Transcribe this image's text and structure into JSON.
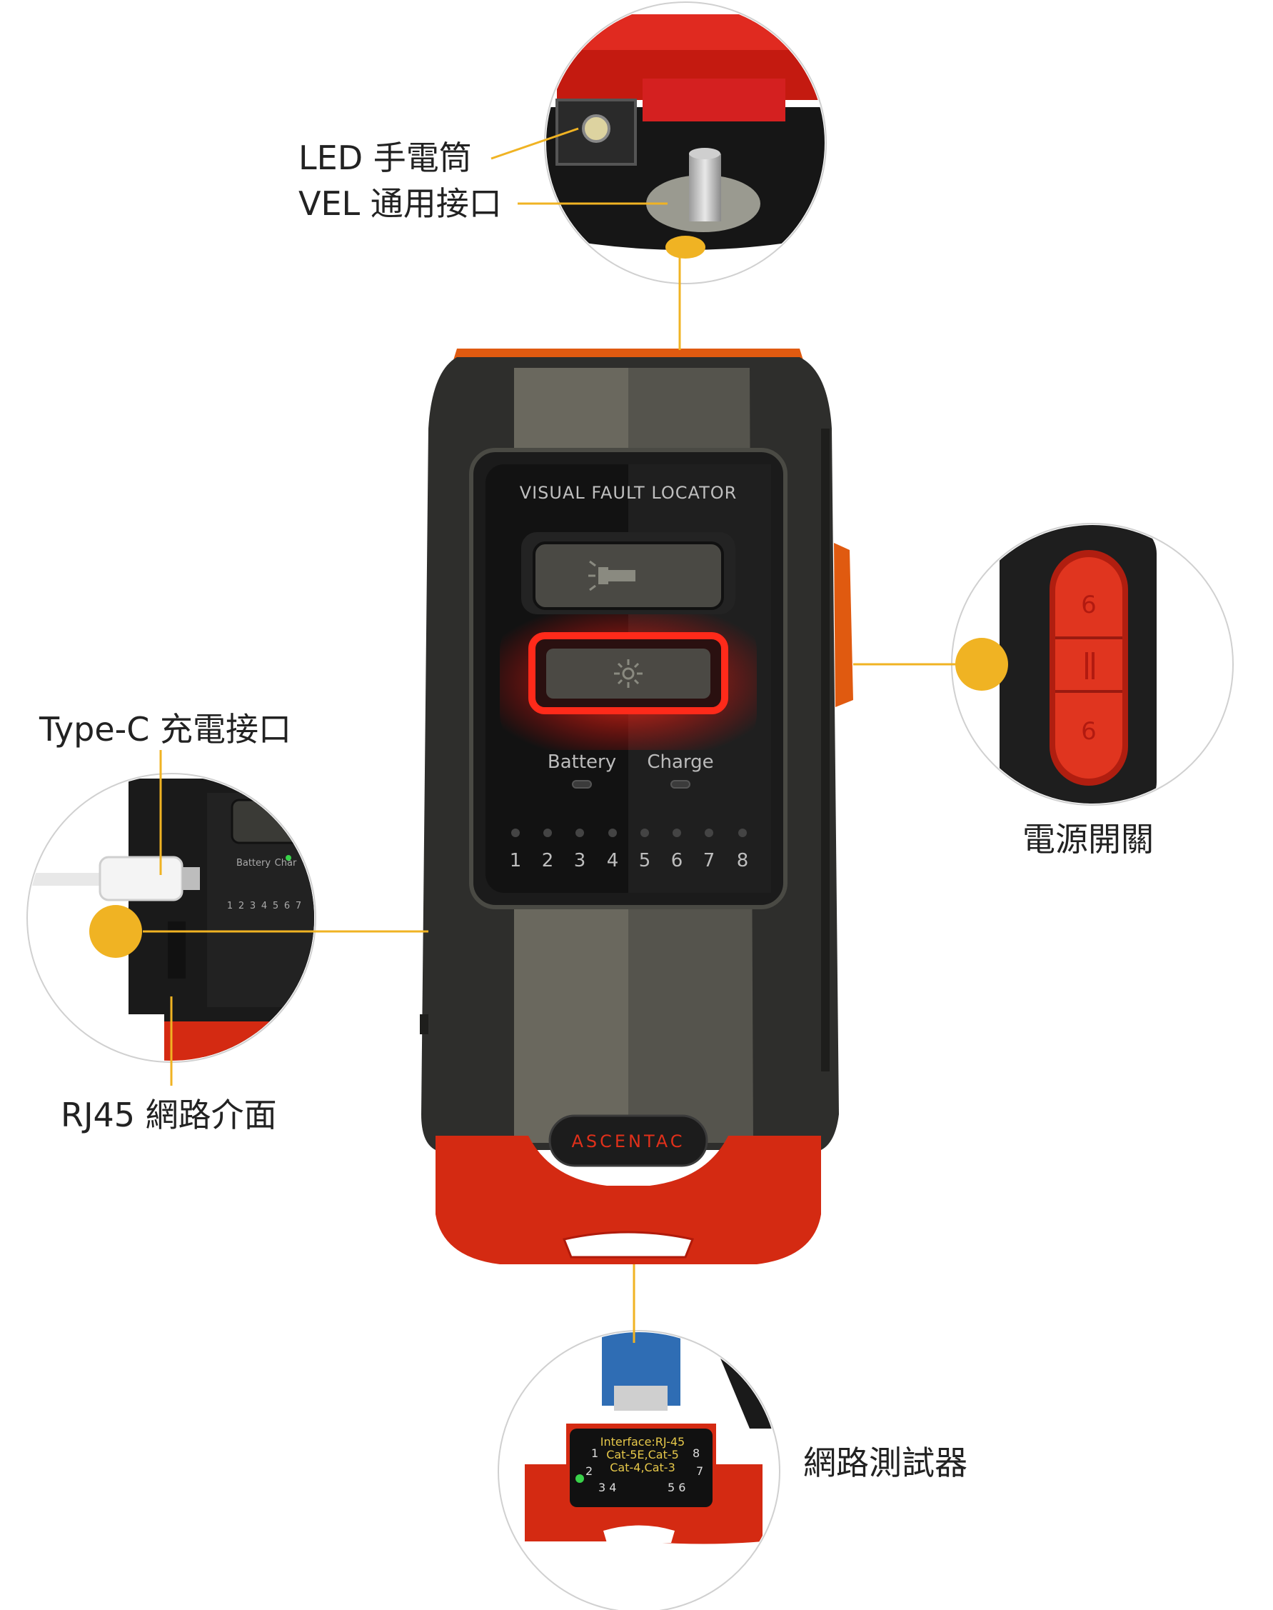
{
  "colors": {
    "accent": "#f0b323",
    "device_red": "#d42a12",
    "device_body": "#3a3a36",
    "led_red": "#ff2a1a"
  },
  "callouts": {
    "led": "LED 手電筒",
    "vel": "VEL 通用接口",
    "typec": "Type-C 充電接口",
    "rj45": "RJ45 網路介面",
    "power": "電源開關",
    "tester": "網路測試器"
  },
  "device": {
    "panel_title": "VISUAL FAULT LOCATOR",
    "battery_label": "Battery",
    "charge_label": "Charge",
    "port_numbers": [
      "1",
      "2",
      "3",
      "4",
      "5",
      "6",
      "7",
      "8"
    ],
    "brand": "ASCENTAC",
    "flashlight_button_icon": "flashlight-icon",
    "laser_button_icon": "laser-sun-icon"
  },
  "zoom_typec": {
    "battery_label": "Battery",
    "charge_label": "Char",
    "port_numbers": [
      "1",
      "2",
      "3",
      "4",
      "5",
      "6",
      "7"
    ]
  },
  "zoom_tester": {
    "lines": [
      "Interface:RJ-45",
      "Cat-5E,Cat-5",
      "Cat-4,Cat-3"
    ],
    "left_numbers": [
      "1",
      "2",
      "3 4"
    ],
    "right_numbers": [
      "8",
      "7",
      "5 6"
    ]
  }
}
